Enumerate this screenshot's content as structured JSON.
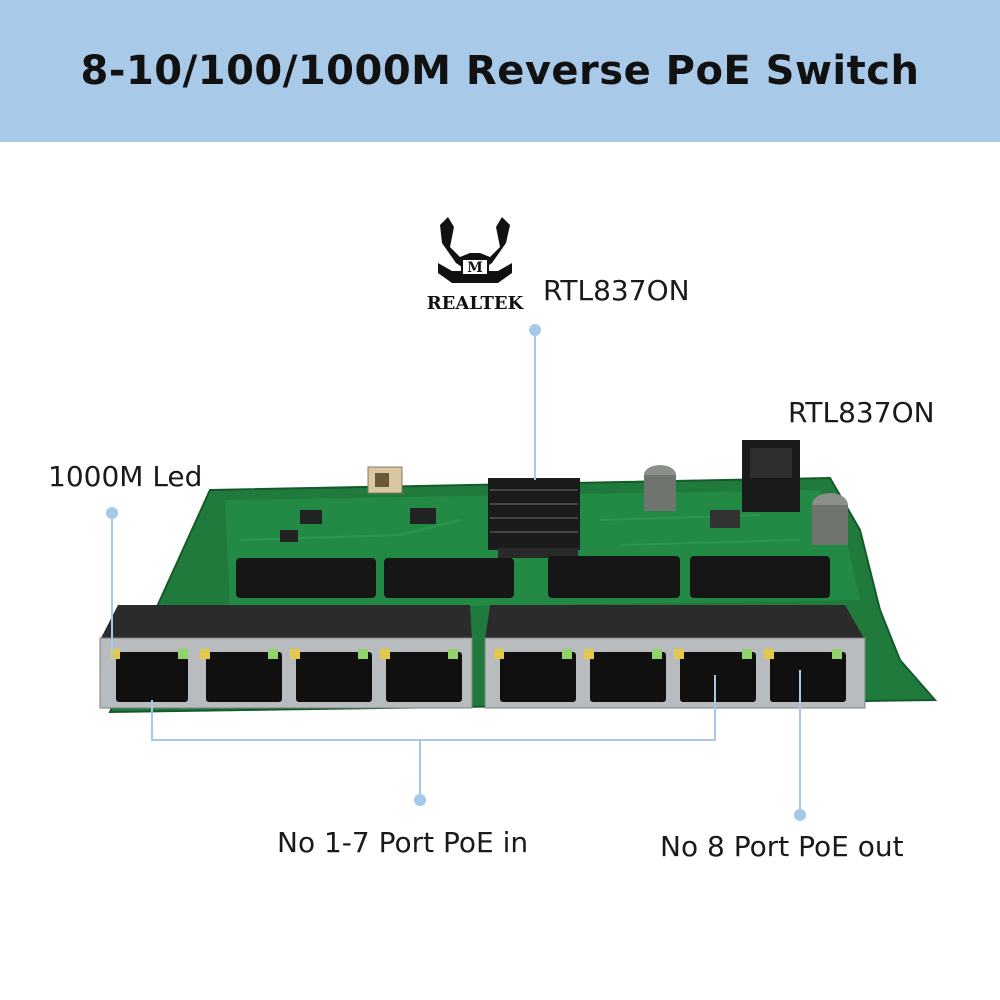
{
  "title": "8-10/100/1000M Reverse PoE Switch",
  "logo": {
    "brand": "REALTEK",
    "icon": "realtek-crab-logo"
  },
  "labels": {
    "chip": "RTL837ON",
    "power": "RTL837ON",
    "led": "1000M Led",
    "poe_in": "No 1-7 Port PoE in",
    "poe_out": "No 8 Port PoE out"
  },
  "colors": {
    "banner": "#a9c9e9",
    "pcb": "#1f7a3c",
    "callout": "#a6c8ea"
  }
}
